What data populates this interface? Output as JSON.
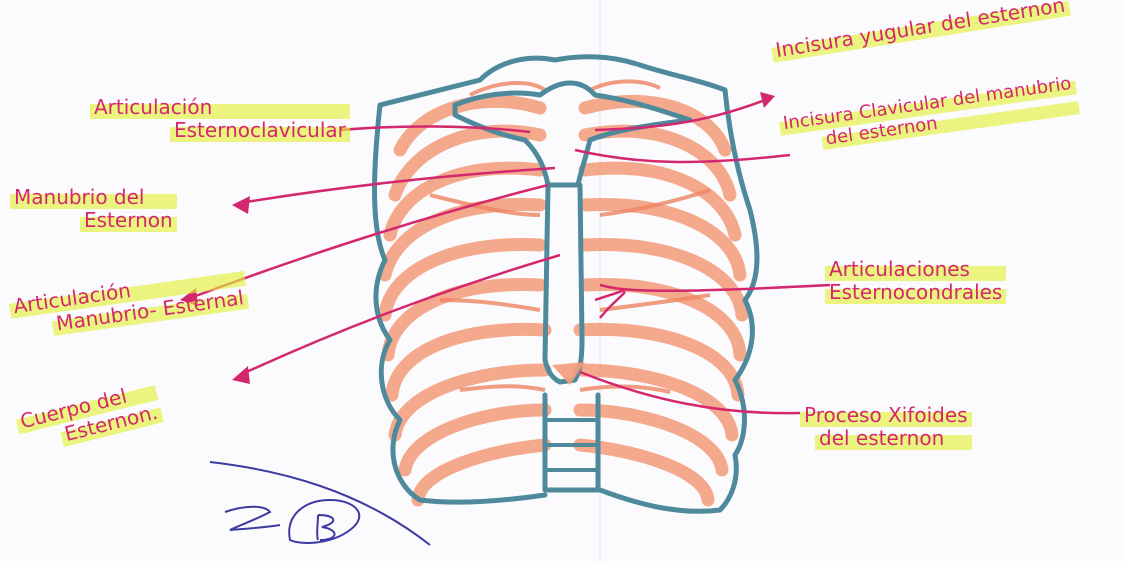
{
  "colors": {
    "paper": "#fbfbfd",
    "ink_label": "#d4286e",
    "highlighter": "#e2f03c",
    "outline": "#4e8a9c",
    "ribs": "#f39b79",
    "signature": "#3d3aa0"
  },
  "labels": {
    "art_esternoclavicular": [
      "Articulación",
      "Esternoclavicular"
    ],
    "manubrio": [
      "Manubrio del",
      "Esternon"
    ],
    "art_manubrio_esternal": [
      "Articulación",
      "Manubrio- Esternal"
    ],
    "cuerpo": [
      "Cuerpo del",
      "Esternon."
    ],
    "incisura_yugular": [
      "Incisura yugular del esternon"
    ],
    "incisura_clavicular": [
      "Incisura Clavicular del manubrio",
      "del esternon"
    ],
    "art_esternocondrales": [
      "Articulaciones",
      "Esternocondrales"
    ],
    "proceso_xifoides": [
      "Proceso Xifoides",
      "del esternon"
    ]
  }
}
